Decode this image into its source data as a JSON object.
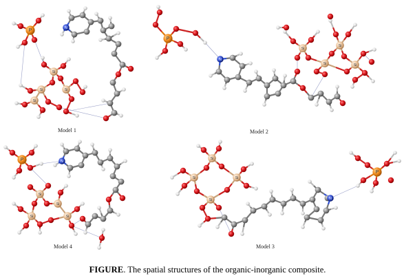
{
  "figure": {
    "caption_label": "FIGURE",
    "caption_text": ". The spatial structures of the organic-inorganic composite."
  },
  "panels": [
    {
      "label": "Model 1"
    },
    {
      "label": "Model 2"
    },
    {
      "label": "Model 4"
    },
    {
      "label": "Model 3"
    }
  ],
  "atoms": {
    "phosphorus": {
      "symbol": "P",
      "color": "#f08a1c"
    },
    "silicon": {
      "symbol": "Si",
      "color": "#e9c29b"
    },
    "nitrogen": {
      "symbol": "N",
      "color": "#2a47c8"
    },
    "oxygen": {
      "color": "#d9151b"
    },
    "carbon": {
      "color": "#8b8b8b"
    },
    "hydrogen": {
      "color": "#e6e6e6"
    }
  }
}
